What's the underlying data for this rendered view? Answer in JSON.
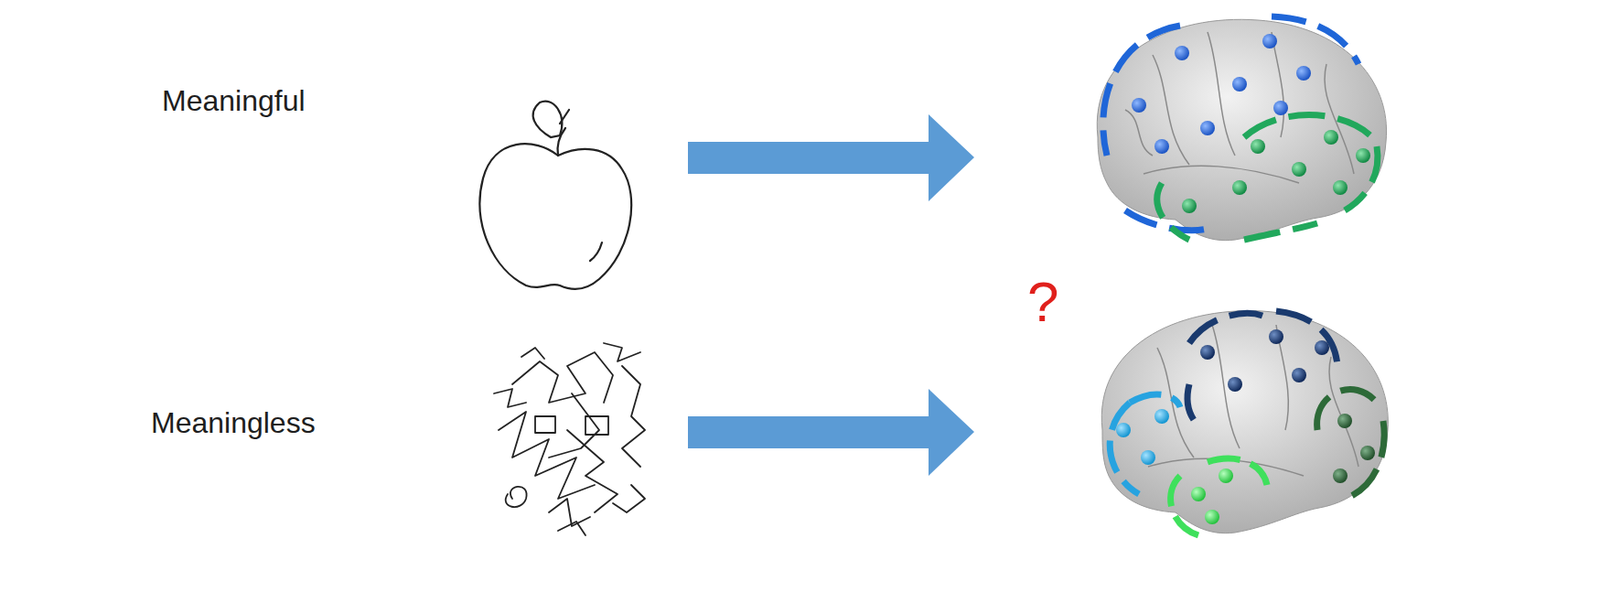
{
  "diagram": {
    "labels": [
      "Meaningful",
      "Meaningless",
      "?"
    ]
  }
}
